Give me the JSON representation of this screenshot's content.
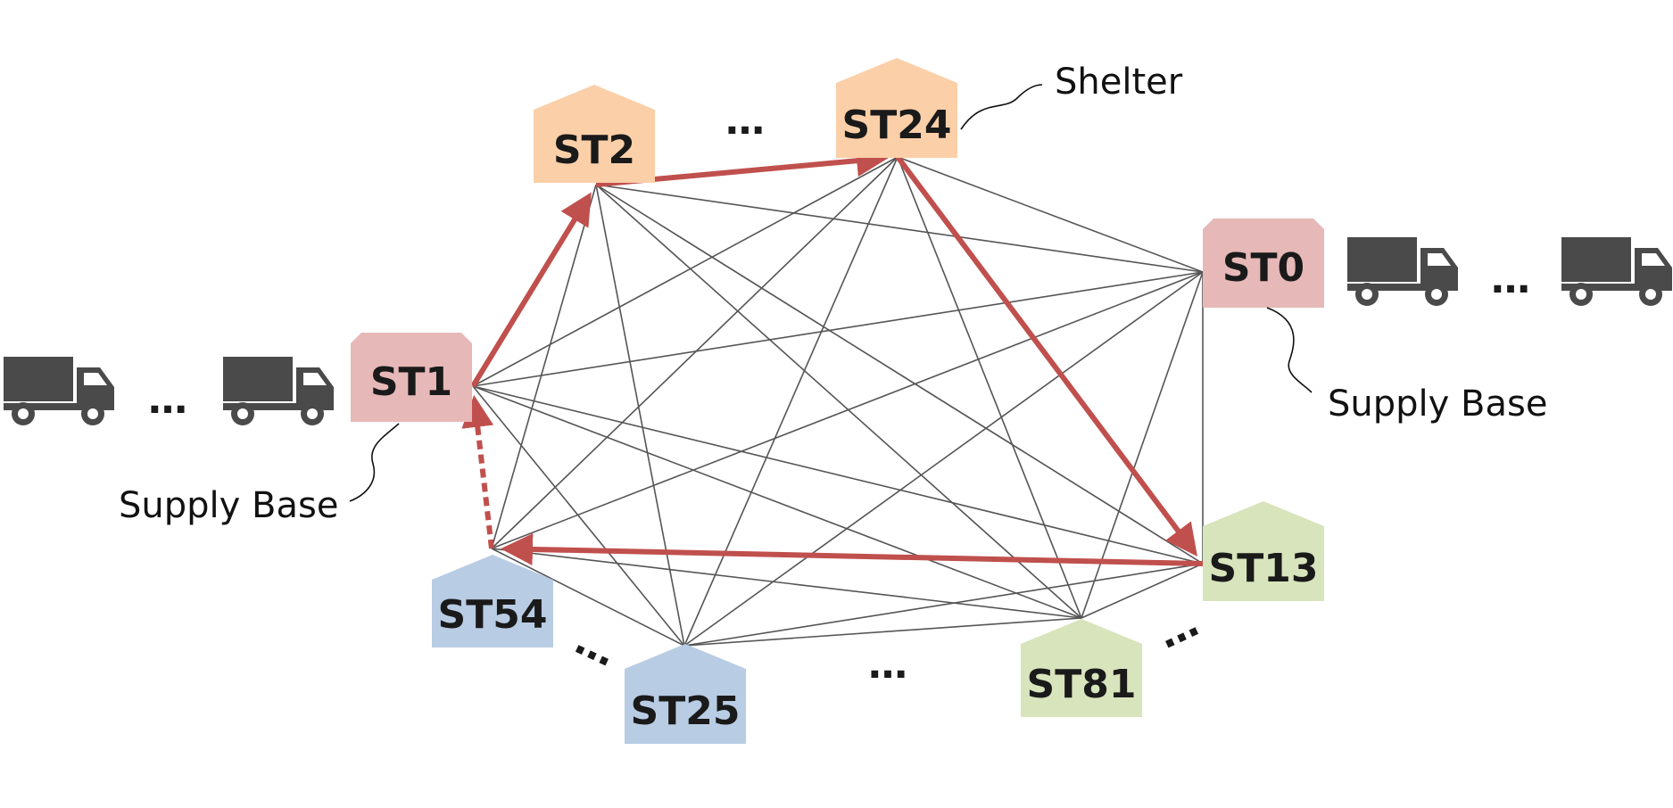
{
  "colors": {
    "background": "#ffffff",
    "edge": "#555555",
    "route": "#c0504d",
    "supply_base": "#e6b8b7",
    "shelter_orange": "#fbcfa8",
    "shelter_green": "#d8e4bc",
    "shelter_blue": "#b8cce4",
    "truck": "#4a4a4a",
    "text": "#1a1a1a"
  },
  "nodes": [
    {
      "id": "ST1",
      "label": "ST1",
      "role": "supply-base",
      "color_key": "supply_base"
    },
    {
      "id": "ST0",
      "label": "ST0",
      "role": "supply-base",
      "color_key": "supply_base"
    },
    {
      "id": "ST2",
      "label": "ST2",
      "role": "shelter",
      "color_key": "shelter_orange"
    },
    {
      "id": "ST24",
      "label": "ST24",
      "role": "shelter",
      "color_key": "shelter_orange"
    },
    {
      "id": "ST13",
      "label": "ST13",
      "role": "shelter",
      "color_key": "shelter_green"
    },
    {
      "id": "ST81",
      "label": "ST81",
      "role": "shelter",
      "color_key": "shelter_green"
    },
    {
      "id": "ST54",
      "label": "ST54",
      "role": "shelter",
      "color_key": "shelter_blue"
    },
    {
      "id": "ST25",
      "label": "ST25",
      "role": "shelter",
      "color_key": "shelter_blue"
    }
  ],
  "edges": [
    [
      "ST1",
      "ST0"
    ],
    [
      "ST1",
      "ST13"
    ],
    [
      "ST1",
      "ST81"
    ],
    [
      "ST1",
      "ST25"
    ],
    [
      "ST1",
      "ST24"
    ],
    [
      "ST2",
      "ST0"
    ],
    [
      "ST2",
      "ST13"
    ],
    [
      "ST2",
      "ST81"
    ],
    [
      "ST2",
      "ST25"
    ],
    [
      "ST2",
      "ST54"
    ],
    [
      "ST24",
      "ST0"
    ],
    [
      "ST24",
      "ST81"
    ],
    [
      "ST24",
      "ST25"
    ],
    [
      "ST24",
      "ST54"
    ],
    [
      "ST0",
      "ST13"
    ],
    [
      "ST0",
      "ST81"
    ],
    [
      "ST0",
      "ST25"
    ],
    [
      "ST0",
      "ST54"
    ],
    [
      "ST13",
      "ST25"
    ],
    [
      "ST13",
      "ST81"
    ],
    [
      "ST81",
      "ST25"
    ],
    [
      "ST81",
      "ST54"
    ],
    [
      "ST25",
      "ST54"
    ]
  ],
  "route": [
    {
      "from": "ST1",
      "to": "ST2",
      "style": "solid"
    },
    {
      "from": "ST2",
      "to": "ST24",
      "style": "solid"
    },
    {
      "from": "ST24",
      "to": "ST13",
      "style": "solid"
    },
    {
      "from": "ST13",
      "to": "ST54",
      "style": "solid"
    },
    {
      "from": "ST54",
      "to": "ST1",
      "style": "dashed"
    }
  ],
  "ellipses": [
    "…",
    "…",
    "…",
    "…",
    "…",
    "…"
  ],
  "annotations": {
    "shelter": "Shelter",
    "supply_base_right": "Supply Base",
    "supply_base_left": "Supply Base"
  },
  "truck_icon": "truck-icon"
}
